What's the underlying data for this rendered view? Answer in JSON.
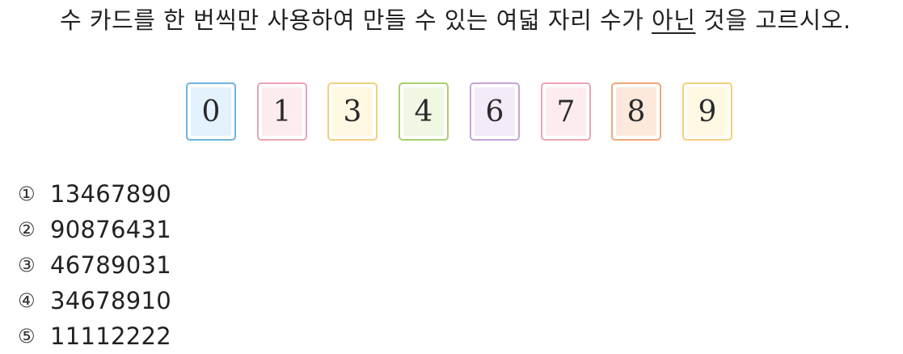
{
  "question": {
    "before": "수 카드를 한 번씩만 사용하여 만들 수 있는 여덟 자리 수가 ",
    "underlined": "아닌",
    "after": " 것을 고르시오."
  },
  "cards": [
    {
      "digit": "0",
      "border": "#6fb3df",
      "fill": "#e3f2fc"
    },
    {
      "digit": "1",
      "border": "#eda3b3",
      "fill": "#fdecef"
    },
    {
      "digit": "3",
      "border": "#f2cf7a",
      "fill": "#fff8e3"
    },
    {
      "digit": "4",
      "border": "#a8cf6e",
      "fill": "#f0f7e3"
    },
    {
      "digit": "6",
      "border": "#c6a4d8",
      "fill": "#f3ebf8"
    },
    {
      "digit": "7",
      "border": "#eda3b3",
      "fill": "#fdecef"
    },
    {
      "digit": "8",
      "border": "#f0a877",
      "fill": "#fde9dc"
    },
    {
      "digit": "9",
      "border": "#f2cf7a",
      "fill": "#fff8e3"
    }
  ],
  "options": [
    {
      "num": "①",
      "value": "13467890"
    },
    {
      "num": "②",
      "value": "90876431"
    },
    {
      "num": "③",
      "value": "46789031"
    },
    {
      "num": "④",
      "value": "34678910"
    },
    {
      "num": "⑤",
      "value": "11112222"
    }
  ]
}
